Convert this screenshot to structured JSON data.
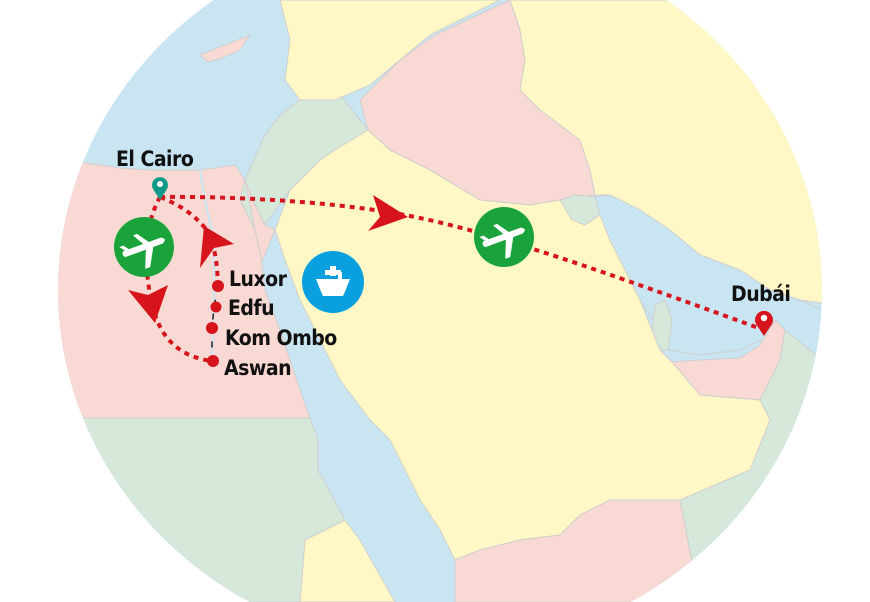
{
  "map": {
    "colors": {
      "sea": "#c9e5f2",
      "egypt": "#f9d9d4",
      "saudi": "#fff7c5",
      "green_region": "#d6e8da",
      "pink_region": "#f9d9d4",
      "border": "#cfcfcf",
      "route": "#d7141c",
      "plane_badge": "#1aa33a",
      "ship_badge": "#0aa0e0",
      "pin_cairo": "#0f9a8a",
      "pin_dubai": "#d7141c"
    },
    "cities": [
      {
        "name": "El Cairo",
        "role": "origin"
      },
      {
        "name": "Luxor",
        "role": "stop"
      },
      {
        "name": "Edfu",
        "role": "stop"
      },
      {
        "name": "Kom Ombo",
        "role": "stop"
      },
      {
        "name": "Aswan",
        "role": "stop"
      },
      {
        "name": "Dubái",
        "role": "destination"
      }
    ],
    "transport_icons": [
      {
        "type": "plane",
        "segment": "El Cairo → Aswan"
      },
      {
        "type": "ship",
        "segment": "Aswan → Luxor (Nile cruise)"
      },
      {
        "type": "plane",
        "segment": "El Cairo → Dubái"
      }
    ]
  }
}
